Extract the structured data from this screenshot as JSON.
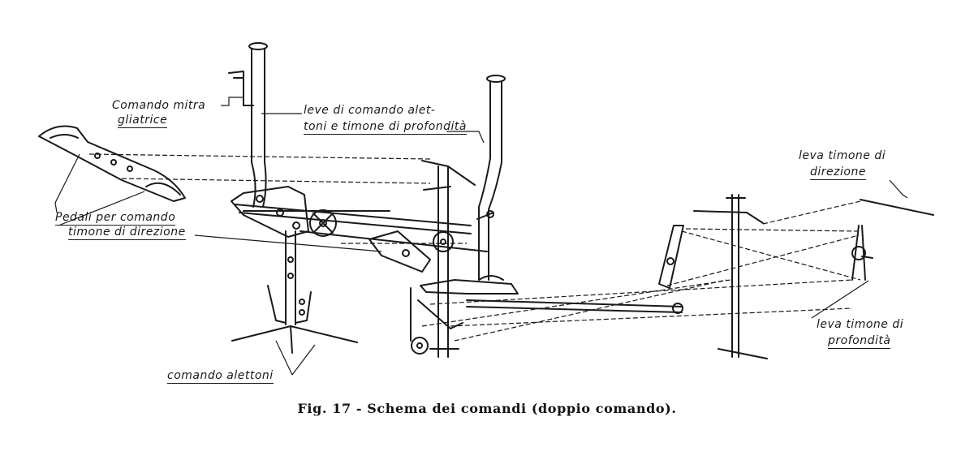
{
  "labels": {
    "comando_mitra_1": "Comando mitra",
    "comando_mitra_2": "gliatrice",
    "leve_1": "leve di comando alet-",
    "leve_2": "toni e timone di profondità",
    "leva_timone_dir_1": "leva timone di",
    "leva_timone_dir_2": "direzione",
    "pedali_1": "Pedali per comando",
    "pedali_2": "timone di direzione",
    "leva_timone_prof_1": "leva timone di",
    "leva_timone_prof_2": "profondità",
    "comando_alettoni": "comando alettoni"
  },
  "caption": "Fig. 17 - Schema dei comandi (doppio comando)."
}
